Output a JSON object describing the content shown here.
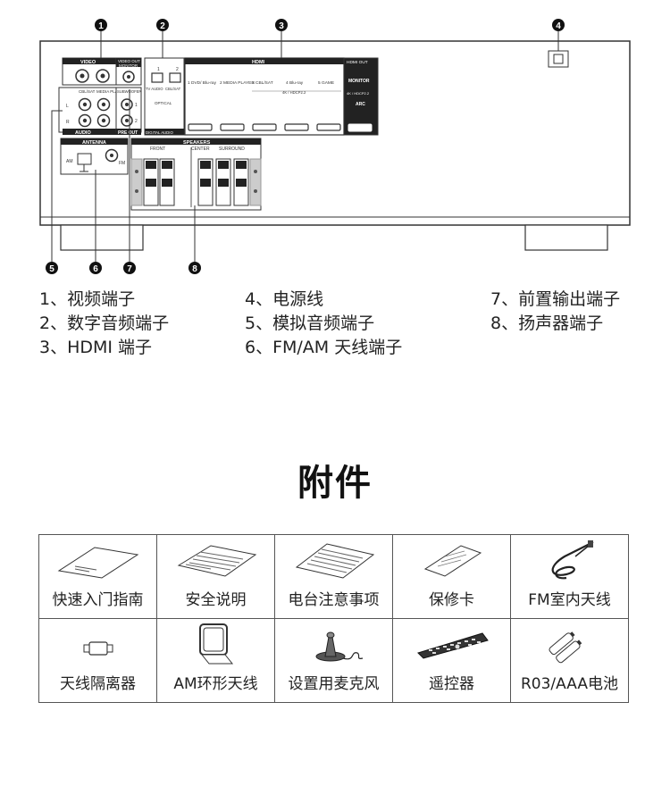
{
  "diagram": {
    "markers": [
      "1",
      "2",
      "3",
      "4",
      "5",
      "6",
      "7",
      "8"
    ],
    "panel_labels": {
      "video": "VIDEO",
      "video_out": "VIDEO OUT",
      "monitor": "MONITOR",
      "hdmi": "HDMI",
      "hdmi_out": "HDMI OUT",
      "dvd": "1  DVD/ Blu-ray",
      "media_player": "2  MEDIA PLAYER",
      "cbl_sat": "3  CBL/SAT",
      "bluray": "4  Blu-ray",
      "game": "5  GAME",
      "hdcp": "4K / HDCP2.2",
      "monitor_out": "MONITOR",
      "hdcp_out": "4K / HDCP2.2",
      "arc": "ARC",
      "tv_audio": "TV AUDIO",
      "cbl_sat_opt": "CBL/SAT",
      "optical": "OPTICAL",
      "digital_audio": "DIGITAL AUDIO",
      "audio": "AUDIO",
      "cbl_sat_audio": "CBL/SAT",
      "media_player_audio": "MEDIA PLAYER",
      "subwoofer": "SUBWOOFER",
      "pre_out": "PRE OUT",
      "antenna": "ANTENNA",
      "am": "AM",
      "fm": "FM",
      "speakers": "SPEAKERS",
      "front": "FRONT",
      "center": "CENTER",
      "surround": "SURROUND",
      "opt_num_1": "1",
      "opt_num_2": "2"
    }
  },
  "legend": {
    "col1": [
      "1、视频端子",
      "2、数字音频端子",
      "3、HDMI 端子"
    ],
    "col2": [
      "4、电源线",
      "5、模拟音频端子",
      "6、FM/AM 天线端子"
    ],
    "col3": [
      "7、前置输出端子",
      "8、扬声器端子"
    ]
  },
  "accessories": {
    "title": "附件",
    "items": [
      {
        "label": "快速入门指南",
        "icon": "quick-start-guide-icon"
      },
      {
        "label": "安全说明",
        "icon": "safety-instructions-icon"
      },
      {
        "label": "电台注意事项",
        "icon": "radio-notes-icon"
      },
      {
        "label": "保修卡",
        "icon": "warranty-card-icon"
      },
      {
        "label": "FM室内天线",
        "icon": "fm-antenna-icon"
      },
      {
        "label": "天线隔离器",
        "icon": "antenna-isolator-icon"
      },
      {
        "label": "AM环形天线",
        "icon": "am-loop-antenna-icon"
      },
      {
        "label": "设置用麦克风",
        "icon": "setup-microphone-icon"
      },
      {
        "label": "遥控器",
        "icon": "remote-control-icon"
      },
      {
        "label": "R03/AAA电池",
        "icon": "batteries-icon"
      }
    ]
  }
}
